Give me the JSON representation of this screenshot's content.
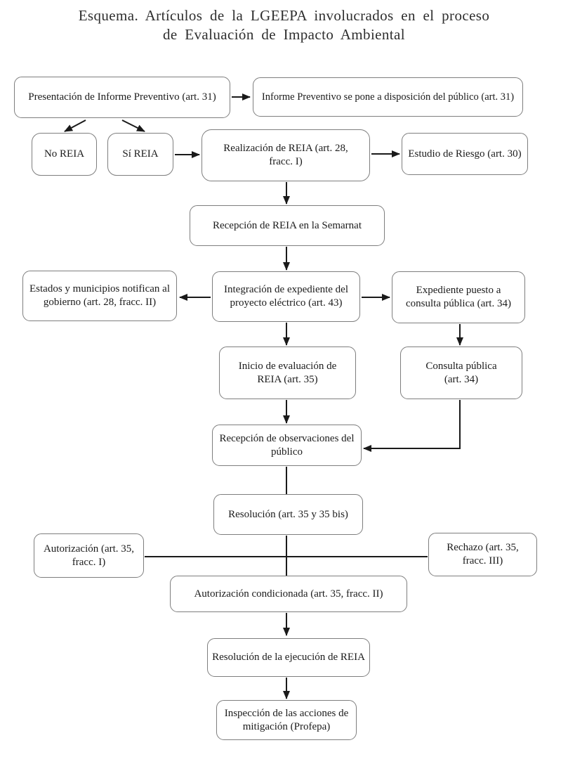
{
  "title": {
    "line1": "Esquema. Artículos de la LGEEPA involucrados en el proceso",
    "line2": "de Evaluación de Impacto Ambiental"
  },
  "diagram": {
    "nodes": {
      "presentacion": {
        "label": "Presentación de Informe Preventivo (art. 31)"
      },
      "informe_publico": {
        "label": "Informe Preventivo se pone a disposición del público (art. 31)"
      },
      "no_reia": {
        "label": "No REIA"
      },
      "si_reia": {
        "label": "Sí REIA"
      },
      "realizacion": {
        "label": "Realización de REIA (art. 28,\nfracc. I)"
      },
      "estudio_riesgo": {
        "label": "Estudio de Riesgo (art. 30)"
      },
      "recepcion_semarnat": {
        "label": "Recepción de REIA en la Semarnat"
      },
      "estados_municipios": {
        "label": "Estados y municipios notifican al\ngobierno (art. 28, fracc. II)"
      },
      "integracion_expediente": {
        "label": "Integración de expediente del\nproyecto eléctrico (art. 43)"
      },
      "expediente_consulta": {
        "label": "Expediente puesto a\nconsulta pública (art. 34)"
      },
      "inicio_evaluacion": {
        "label": "Inicio de evaluación de\nREIA (art. 35)"
      },
      "consulta_publica": {
        "label": "Consulta pública\n(art. 34)"
      },
      "recepcion_observaciones": {
        "label": "Recepción de observaciones del\npúblico"
      },
      "resolucion": {
        "label": "Resolución (art. 35 y 35 bis)"
      },
      "autorizacion": {
        "label": "Autorización (art. 35,\nfracc. I)"
      },
      "rechazo": {
        "label": "Rechazo (art. 35,\nfracc. III)"
      },
      "autorizacion_condicionada": {
        "label": "Autorización condicionada (art. 35, fracc. II)"
      },
      "resolucion_ejecucion": {
        "label": "Resolución de la ejecución de REIA"
      },
      "inspeccion": {
        "label": "Inspección de las acciones de\nmitigación (Profepa)"
      }
    },
    "edges": [
      {
        "from": "presentacion",
        "to": "informe_publico",
        "style": "arrow"
      },
      {
        "from": "presentacion",
        "to": "no_reia",
        "style": "arrow"
      },
      {
        "from": "presentacion",
        "to": "si_reia",
        "style": "arrow"
      },
      {
        "from": "si_reia",
        "to": "realizacion",
        "style": "arrow"
      },
      {
        "from": "realizacion",
        "to": "estudio_riesgo",
        "style": "arrow"
      },
      {
        "from": "realizacion",
        "to": "recepcion_semarnat",
        "style": "arrow"
      },
      {
        "from": "recepcion_semarnat",
        "to": "integracion_expediente",
        "style": "arrow"
      },
      {
        "from": "integracion_expediente",
        "to": "estados_municipios",
        "style": "arrow"
      },
      {
        "from": "integracion_expediente",
        "to": "expediente_consulta",
        "style": "arrow"
      },
      {
        "from": "integracion_expediente",
        "to": "inicio_evaluacion",
        "style": "arrow"
      },
      {
        "from": "expediente_consulta",
        "to": "consulta_publica",
        "style": "arrow"
      },
      {
        "from": "inicio_evaluacion",
        "to": "recepcion_observaciones",
        "style": "arrow"
      },
      {
        "from": "consulta_publica",
        "to": "recepcion_observaciones",
        "style": "elbow-arrow"
      },
      {
        "from": "recepcion_observaciones",
        "to": "resolucion",
        "style": "line"
      },
      {
        "from": "resolucion",
        "to": "autorizacion_condicionada",
        "style": "line"
      },
      {
        "from": "autorizacion",
        "to": "rechazo",
        "style": "line"
      },
      {
        "from": "autorizacion_condicionada",
        "to": "resolucion_ejecucion",
        "style": "arrow"
      },
      {
        "from": "resolucion_ejecucion",
        "to": "inspeccion",
        "style": "arrow"
      }
    ],
    "colors": {
      "background": "#ffffff",
      "box_border": "#7e7e7e",
      "connector": "#1a1a1a",
      "text": "#1b1b1b",
      "title_text": "#2e2e2e"
    }
  }
}
